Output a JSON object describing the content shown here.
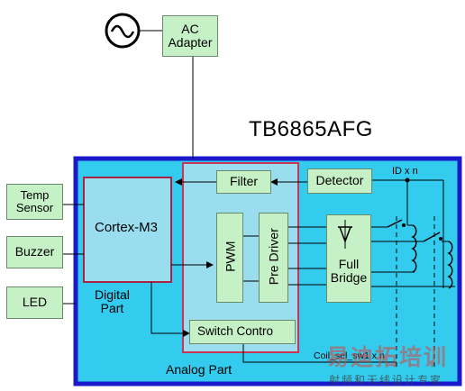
{
  "chip_title": "TB6865AFG",
  "ac_adapter": "AC\nAdapter",
  "blocks": {
    "temp_sensor": "Temp\nSensor",
    "buzzer": "Buzzer",
    "led": "LED",
    "cortex": "Cortex-M3",
    "digital_part": "Digital\nPart",
    "filter": "Filter",
    "detector": "Detector",
    "pwm": "PWM",
    "pre_driver": "Pre Driver",
    "full_bridge": "Full\nBridge",
    "switch_control": "Switch Contro",
    "analog_part": "Analog Part"
  },
  "signals": {
    "id": "ID x n",
    "coil_sel": "Coil_sel_sw1 x n"
  },
  "watermark": {
    "cn_top": "易迪拓培训",
    "cn_bottom": "射频和天线设计专家"
  },
  "colors": {
    "outer_fill": "#33ccee",
    "outer_border": "#1a1acc",
    "analog_fill": "#99ddee",
    "analog_border": "#cc3355",
    "cortex_fill": "#99ddee",
    "cortex_border": "#aa2244",
    "green": "#c6f0c6"
  }
}
